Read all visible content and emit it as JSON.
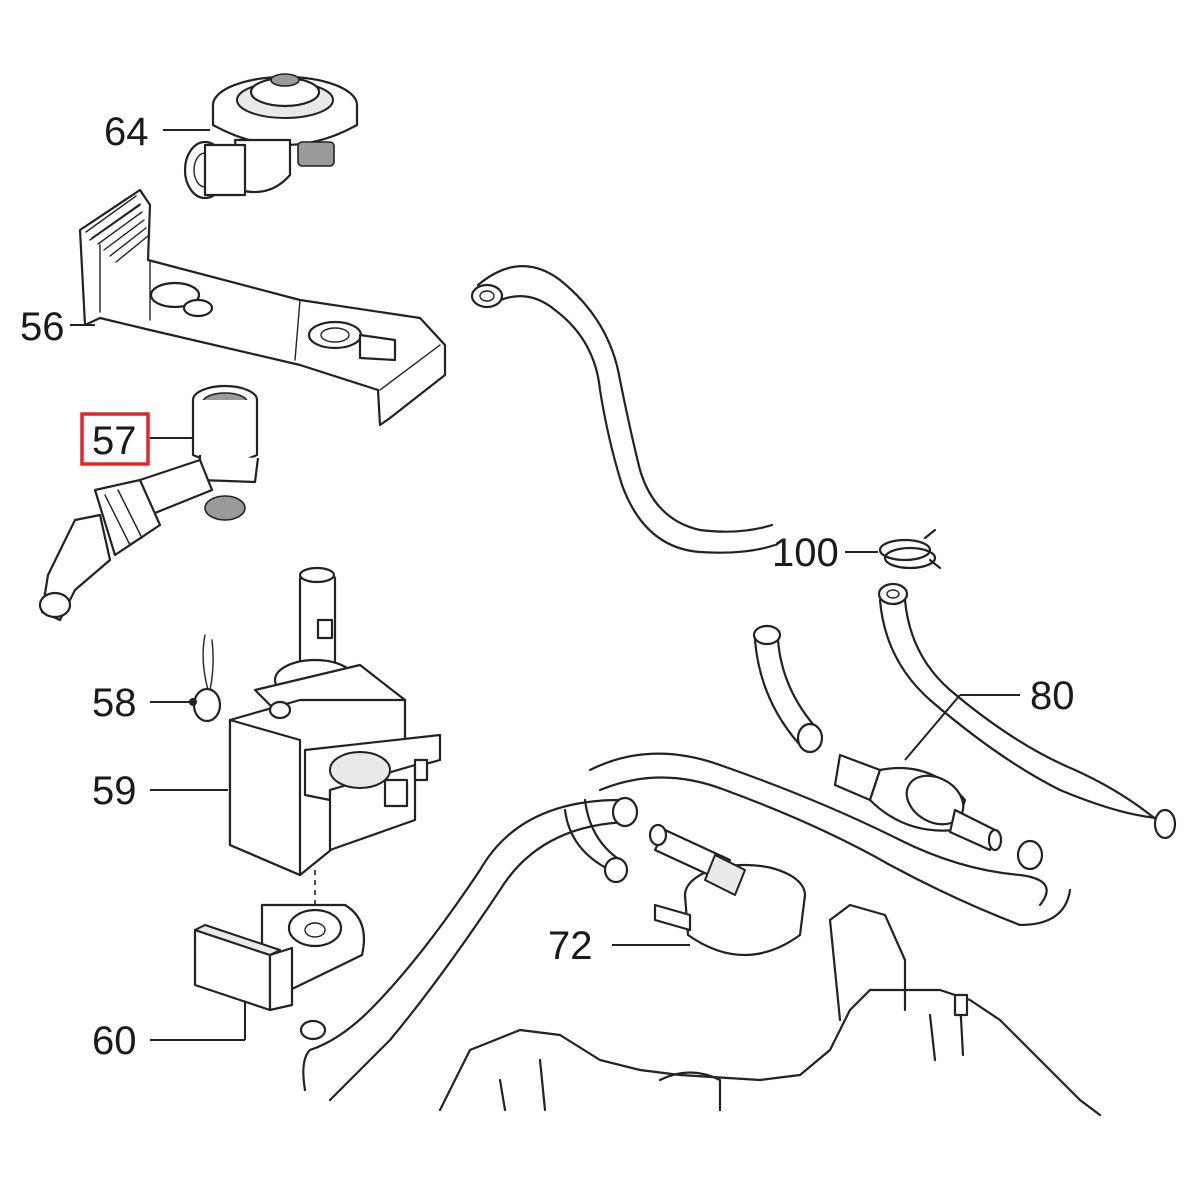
{
  "callouts": {
    "p64": "64",
    "p56": "56",
    "p57": "57",
    "p58": "58",
    "p59": "59",
    "p60": "60",
    "p72": "72",
    "p80": "80",
    "p100": "100"
  },
  "highlight": {
    "part": "57",
    "color": "#e3262d"
  }
}
